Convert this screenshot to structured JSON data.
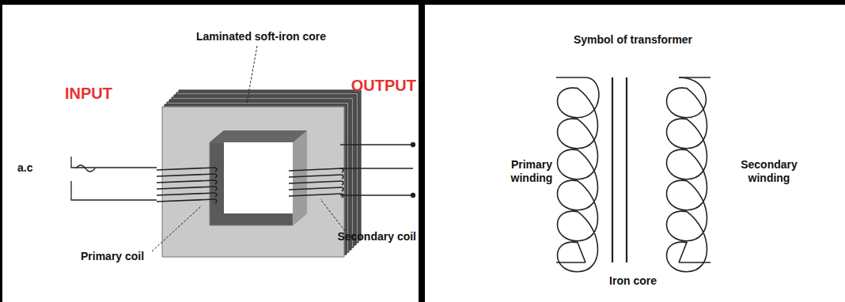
{
  "diagram": {
    "labels": [
      "Laminated soft-iron core",
      "INPUT",
      "OUTPUT",
      "a.c",
      "Primary coil",
      "Secondary coil",
      "Symbol of transformer",
      "Primary winding",
      "Secondary winding",
      "Iron core"
    ]
  }
}
